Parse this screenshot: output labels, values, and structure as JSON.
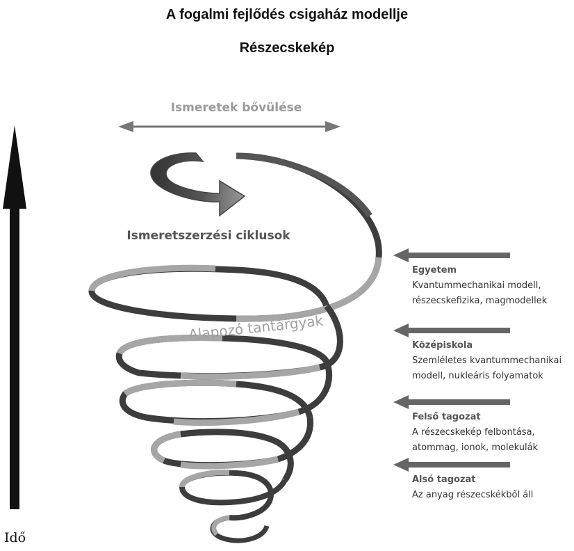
{
  "title": "A fogalmi fejlődés csigaház modellje",
  "subtitle": "Részecskekép",
  "knowledge_expansion": "Ismeretek bővülése",
  "cycles": "Ismeretszerzési ciklusok",
  "foundation": "Alapozó tantárgyak",
  "time": "Idő",
  "levels": [
    {
      "name": "Egyetem",
      "line1": "Kvantummechanikai modell,",
      "line2": "részecskefizika, magmodellek"
    },
    {
      "name": "Középiskola",
      "line1": "Szemléletes kvantummechanikai",
      "line2": "modell, nukleáris folyamatok"
    },
    {
      "name": "Felső tagozat",
      "line1": "A részecskekép felbontása,",
      "line2": "atommag, ionok, molekulák"
    },
    {
      "name": "Alsó tagozat",
      "line1": "Az anyag részecskékből áll",
      "line2": ""
    }
  ],
  "colors": {
    "dark": "#3d3d3d",
    "light": "#a6a6a6",
    "arrow": "#6e6e6e"
  }
}
